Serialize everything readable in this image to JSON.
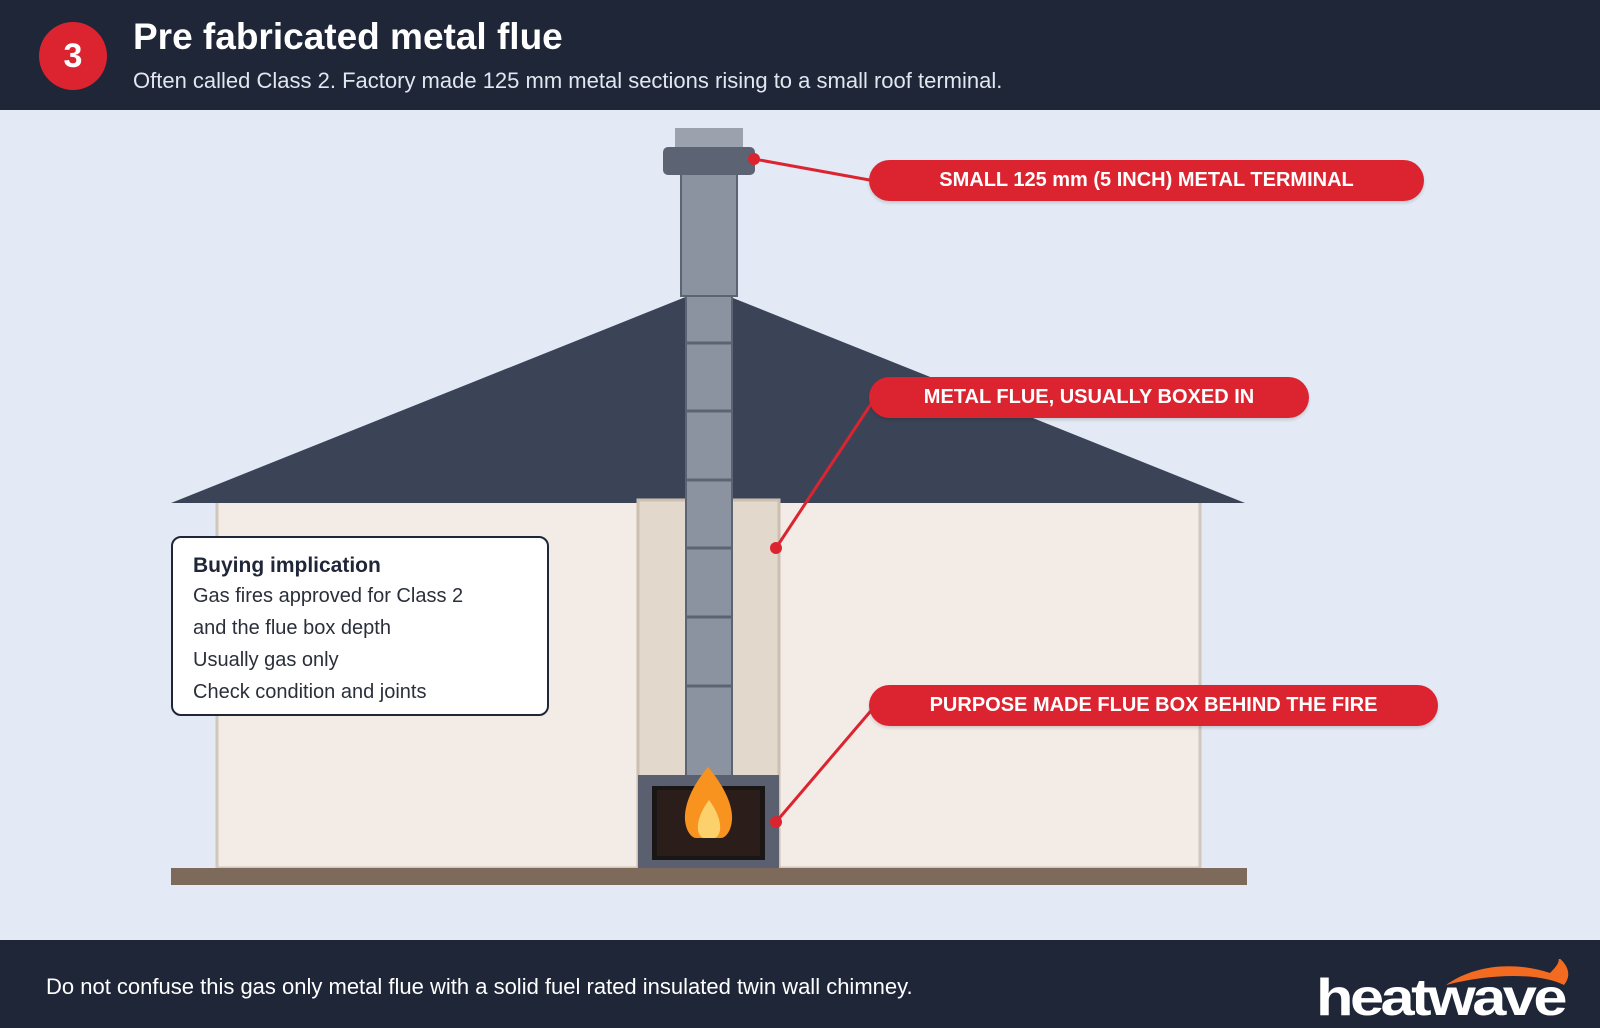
{
  "header": {
    "step_number": "3",
    "title": "Pre fabricated metal flue",
    "subtitle": "Often called Class 2. Factory made 125 mm metal sections rising to a small roof terminal."
  },
  "callouts": {
    "terminal": "SMALL 125 mm (5 INCH) METAL TERMINAL",
    "flue": "METAL FLUE, USUALLY BOXED IN",
    "flue_box": "PURPOSE MADE FLUE BOX BEHIND THE FIRE"
  },
  "info_box": {
    "title": "Buying implication",
    "lines": [
      "Gas fires approved for Class 2",
      "and the flue box depth",
      "Usually gas only",
      "Check condition and joints"
    ]
  },
  "footer": {
    "note": "Do not confuse this gas only metal flue with a solid fuel rated insulated twin wall chimney.",
    "brand": "heatwave"
  },
  "colors": {
    "header_bg": "#1e2638",
    "accent_red": "#dc2430",
    "page_bg": "#e3eaf5",
    "roof": "#3b4457",
    "wall": "#f3ebe6",
    "flue_box": "#e2d8cc",
    "flue_metal": "#8c93a0",
    "floor": "#7d6a5a",
    "flame_outer": "#f7931e",
    "flame_inner": "#fcd06a",
    "brand_swoosh": "#f26b21"
  },
  "icons": [
    "flame-icon",
    "swoosh-icon"
  ]
}
